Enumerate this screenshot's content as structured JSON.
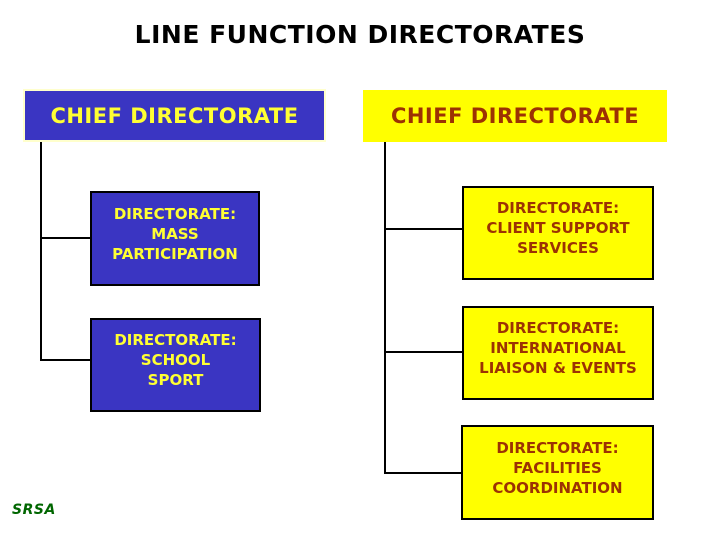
{
  "slide": {
    "title": "LINE FUNCTION DIRECTORATES",
    "footer_logo": "SRSA"
  },
  "colors": {
    "background": "#ffffff",
    "blue_box_fill": "#3a35c2",
    "blue_box_text": "#ffff33",
    "blue_chief_border": "#ffffcc",
    "yellow_box_fill": "#ffff00",
    "yellow_box_text": "#9c3203",
    "box_border": "#000000",
    "connector_line": "#000000",
    "title_text": "#000000",
    "footer_text": "#006600"
  },
  "org_chart": {
    "left_branch": {
      "root": "CHIEF DIRECTORATE",
      "children": [
        {
          "lines": [
            "DIRECTORATE:",
            "MASS",
            "PARTICIPATION"
          ]
        },
        {
          "lines": [
            "DIRECTORATE:",
            "SCHOOL",
            "SPORT"
          ]
        }
      ]
    },
    "right_branch": {
      "root": "CHIEF DIRECTORATE",
      "children": [
        {
          "lines": [
            "DIRECTORATE:",
            "CLIENT SUPPORT",
            "SERVICES"
          ]
        },
        {
          "lines": [
            "DIRECTORATE:",
            "INTERNATIONAL",
            "LIAISON & EVENTS"
          ]
        },
        {
          "lines": [
            "DIRECTORATE:",
            "FACILITIES",
            "COORDINATION"
          ]
        }
      ]
    }
  }
}
